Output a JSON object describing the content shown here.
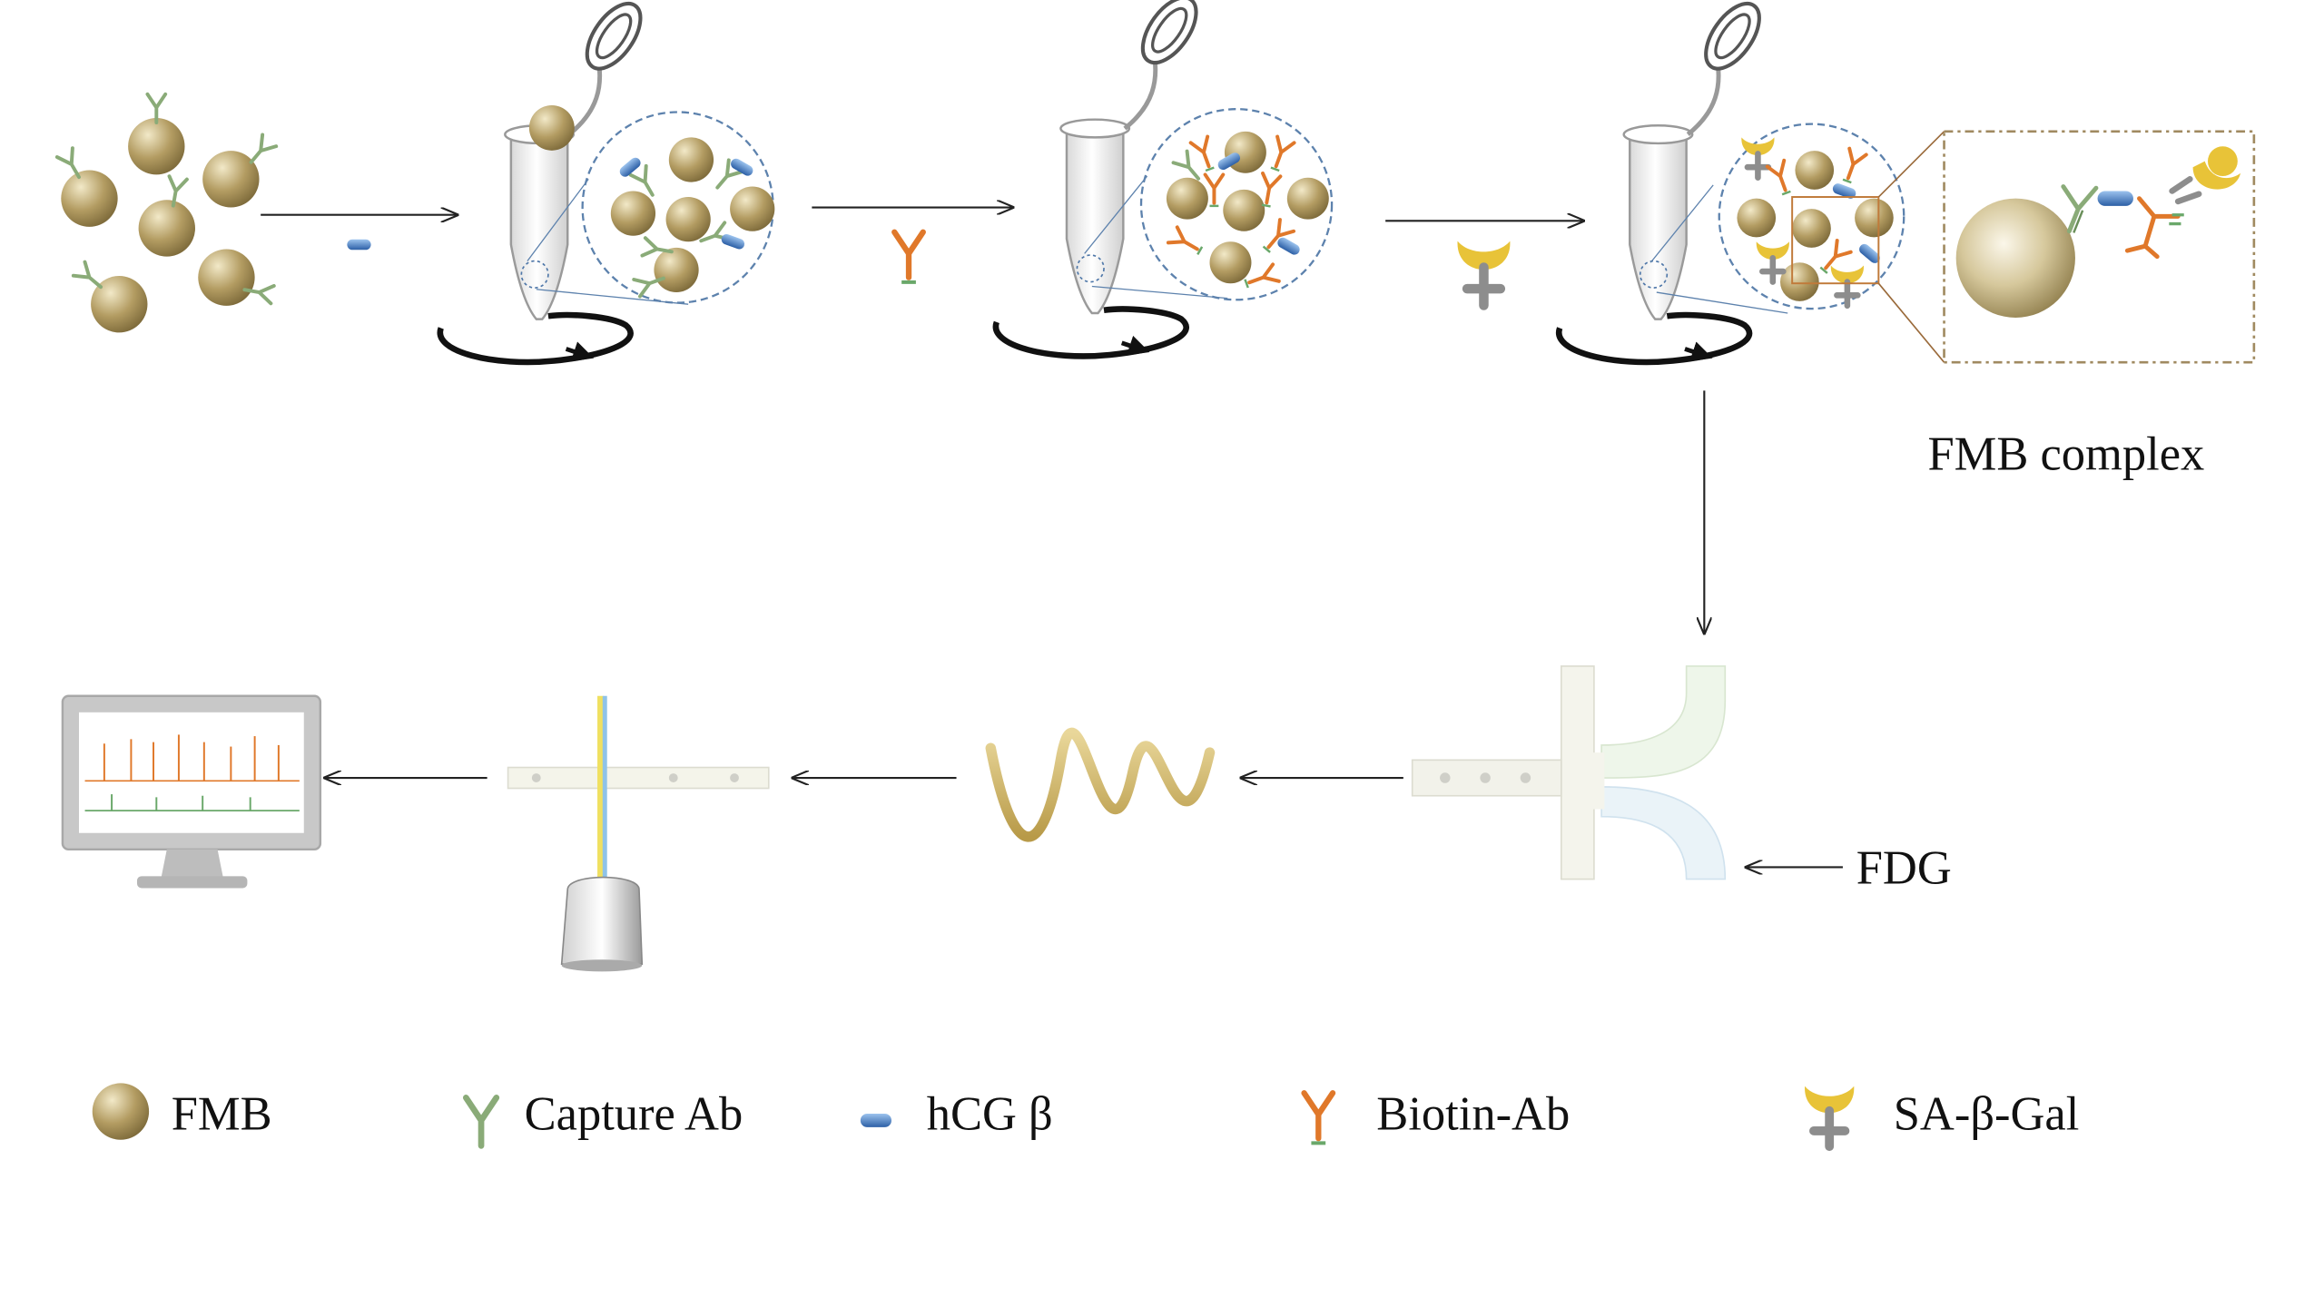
{
  "labels": {
    "fmb_complex": "FMB complex",
    "fdg": "FDG"
  },
  "legend": [
    {
      "key": "fmb",
      "label": "FMB",
      "icon": "bead-icon"
    },
    {
      "key": "capture",
      "label": "Capture Ab",
      "icon": "capture-antibody-icon"
    },
    {
      "key": "hcg",
      "label": "hCG β",
      "icon": "hcg-antigen-icon"
    },
    {
      "key": "biotin",
      "label": "Biotin-Ab",
      "icon": "biotin-antibody-icon"
    },
    {
      "key": "sa",
      "label": "SA-β-Gal",
      "icon": "sa-beta-gal-icon"
    }
  ],
  "colors": {
    "bead": "#a8925a",
    "capture_ab": "#8aab78",
    "hcg": "#3d74b8",
    "biotin_ab": "#e0782a",
    "sa_gal": "#e8c338",
    "arrow": "#222222"
  }
}
